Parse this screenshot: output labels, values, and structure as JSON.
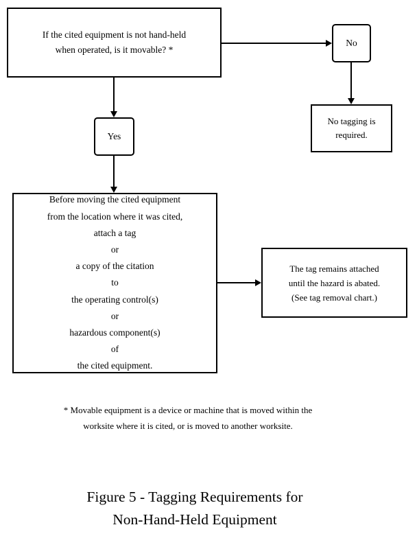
{
  "figure": {
    "caption": "Figure 5 - Tagging Requirements for\nNon-Hand-Held Equipment",
    "footnote": "* Movable equipment is a device or machine that is moved within the\nworksite where it is cited, or is moved to another worksite."
  },
  "colors": {
    "background": "#ffffff",
    "stroke": "#000000",
    "text": "#000000"
  },
  "nodes": {
    "question": {
      "label": "If the cited equipment is not hand-held\nwhen operated, is it movable? *",
      "shape": "rectangle"
    },
    "no": {
      "label": "No",
      "shape": "rounded-rectangle"
    },
    "no_tagging": {
      "label": "No tagging is\nrequired.",
      "shape": "rectangle"
    },
    "yes": {
      "label": "Yes",
      "shape": "rounded-rectangle"
    },
    "instructions": {
      "label": "Before moving the cited equipment\nfrom the location where it was cited,\nattach a tag\nor\na copy of the citation\nto\nthe operating control(s)\nor\nhazardous component(s)\nof\nthe cited equipment.",
      "shape": "rectangle"
    },
    "tag_remains": {
      "label": "The tag remains attached\nuntil the hazard is abated.\n(See tag removal chart.)",
      "shape": "rectangle"
    }
  },
  "connectors": [
    {
      "from": "question",
      "to": "no",
      "direction": "right"
    },
    {
      "from": "no",
      "to": "no_tagging",
      "direction": "down"
    },
    {
      "from": "question",
      "to": "yes",
      "direction": "down"
    },
    {
      "from": "yes",
      "to": "instructions",
      "direction": "down"
    },
    {
      "from": "instructions",
      "to": "tag_remains",
      "direction": "right"
    }
  ]
}
